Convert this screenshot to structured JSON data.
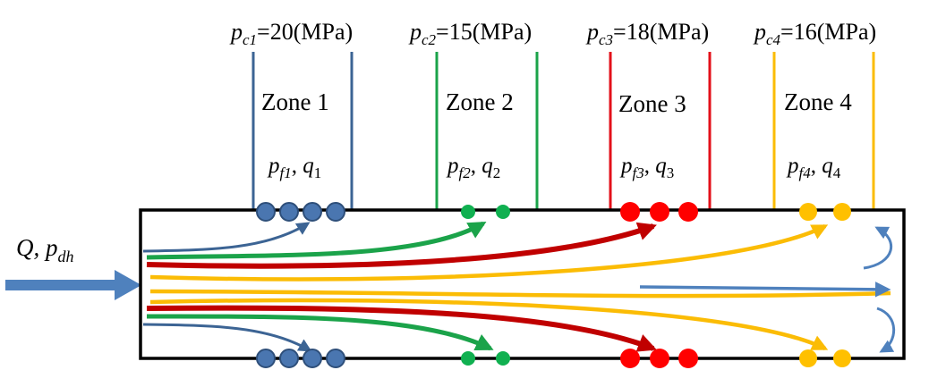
{
  "inlet": {
    "Q": "Q,",
    "p": "p",
    "p_sub": "dh"
  },
  "zones": [
    {
      "name": "Zone 1",
      "pc_prefix": "p",
      "pc_sub": "c1",
      "pc_rest": "=20(MPa)",
      "pf": "p",
      "pf_sub": "f1",
      "q": "q",
      "q_sub": "1",
      "color": "#3c6494",
      "holes": 4,
      "hole_color": "#4a76b0"
    },
    {
      "name": "Zone 2",
      "pc_prefix": "p",
      "pc_sub": "c2",
      "pc_rest": "=15(MPa)",
      "pf": "p",
      "pf_sub": "f2",
      "q": "q",
      "q_sub": "2",
      "color": "#1ba34a",
      "holes": 2,
      "hole_color": "#10b050"
    },
    {
      "name": "Zone 3",
      "pc_prefix": "p",
      "pc_sub": "c3",
      "pc_rest": "=18(MPa)",
      "pf": "p",
      "pf_sub": "f3",
      "q": "q",
      "q_sub": "3",
      "color": "#e3101a",
      "holes": 3,
      "hole_color": "#ff0000"
    },
    {
      "name": "Zone 4",
      "pc_prefix": "p",
      "pc_sub": "c4",
      "pc_rest": "=16(MPa)",
      "pf": "p",
      "pf_sub": "f4",
      "q": "q",
      "q_sub": "4",
      "color": "#fbbc05",
      "holes": 2,
      "hole_color": "#ffc000"
    }
  ],
  "colors": {
    "wellbore": "#000000",
    "inlet_arrow": "#4f81bd",
    "flow_blue": "#3c6494",
    "flow_green": "#1ba34a",
    "flow_red": "#c00000",
    "flow_yellow": "#fbbc05"
  }
}
